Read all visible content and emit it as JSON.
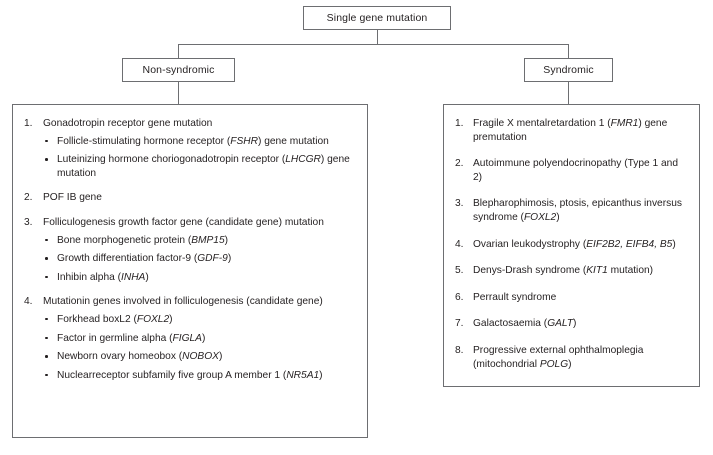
{
  "diagram": {
    "root": {
      "label": "Single gene mutation"
    },
    "branches": {
      "left": {
        "label": "Non-syndromic"
      },
      "right": {
        "label": "Syndromic"
      }
    }
  },
  "nonsyndromic": {
    "items": [
      {
        "num": "1.",
        "text": "Gonadotropin receptor gene mutation",
        "sub": [
          {
            "pre": "Follicle-stimulating hormone receptor (",
            "gene": "FSHR",
            "post": ") gene mutation"
          },
          {
            "pre": "Luteinizing hormone choriogonadotropin receptor (",
            "gene": "LHCGR",
            "post": ") gene mutation"
          }
        ]
      },
      {
        "num": "2.",
        "text": "POF IB gene",
        "sub": []
      },
      {
        "num": "3.",
        "text": "Folliculogenesis growth factor gene (candidate gene) mutation",
        "sub": [
          {
            "pre": "Bone morphogenetic protein (",
            "gene": "BMP15",
            "post": ")"
          },
          {
            "pre": "Growth differentiation factor-9 (",
            "gene": "GDF-9",
            "post": ")"
          },
          {
            "pre": "Inhibin alpha (",
            "gene": "INHA",
            "post": ")"
          }
        ]
      },
      {
        "num": "4.",
        "text": "Mutationin genes involved in folliculogenesis (candidate gene)",
        "sub": [
          {
            "pre": "Forkhead boxL2 (",
            "gene": "FOXL2",
            "post": ")"
          },
          {
            "pre": "Factor in germline alpha (",
            "gene": "FIGLA",
            "post": ")"
          },
          {
            "pre": "Newborn ovary homeobox (",
            "gene": "NOBOX",
            "post": ")"
          },
          {
            "pre": "Nuclearreceptor subfamily five group A member 1 (",
            "gene": "NR5A1",
            "post": ")"
          }
        ]
      }
    ]
  },
  "syndromic": {
    "items": [
      {
        "num": "1.",
        "pre": "Fragile X mentalretardation 1 (",
        "gene": "FMR1",
        "post": ") gene premutation"
      },
      {
        "num": "2.",
        "pre": "Autoimmune polyendocrinopathy (Type 1 and 2)",
        "gene": "",
        "post": ""
      },
      {
        "num": "3.",
        "pre": "Blepharophimosis, ptosis, epicanthus inversus syndrome (",
        "gene": "FOXL2",
        "post": ")"
      },
      {
        "num": "4.",
        "pre": "Ovarian leukodystrophy (",
        "gene": "EIF2B2, EIFB4, B5",
        "post": ")"
      },
      {
        "num": "5.",
        "pre": "Denys-Drash syndrome (",
        "gene": "KIT1",
        "post": " mutation)"
      },
      {
        "num": "6.",
        "pre": "Perrault syndrome",
        "gene": "",
        "post": ""
      },
      {
        "num": "7.",
        "pre": "Galactosaemia (",
        "gene": "GALT",
        "post": ")"
      },
      {
        "num": "8.",
        "pre": "Progressive external ophthalmoplegia (mitochondrial ",
        "gene": "POLG",
        "post": ")"
      }
    ]
  },
  "colors": {
    "border": "#6d6e71",
    "text": "#231f20",
    "background": "#ffffff"
  }
}
